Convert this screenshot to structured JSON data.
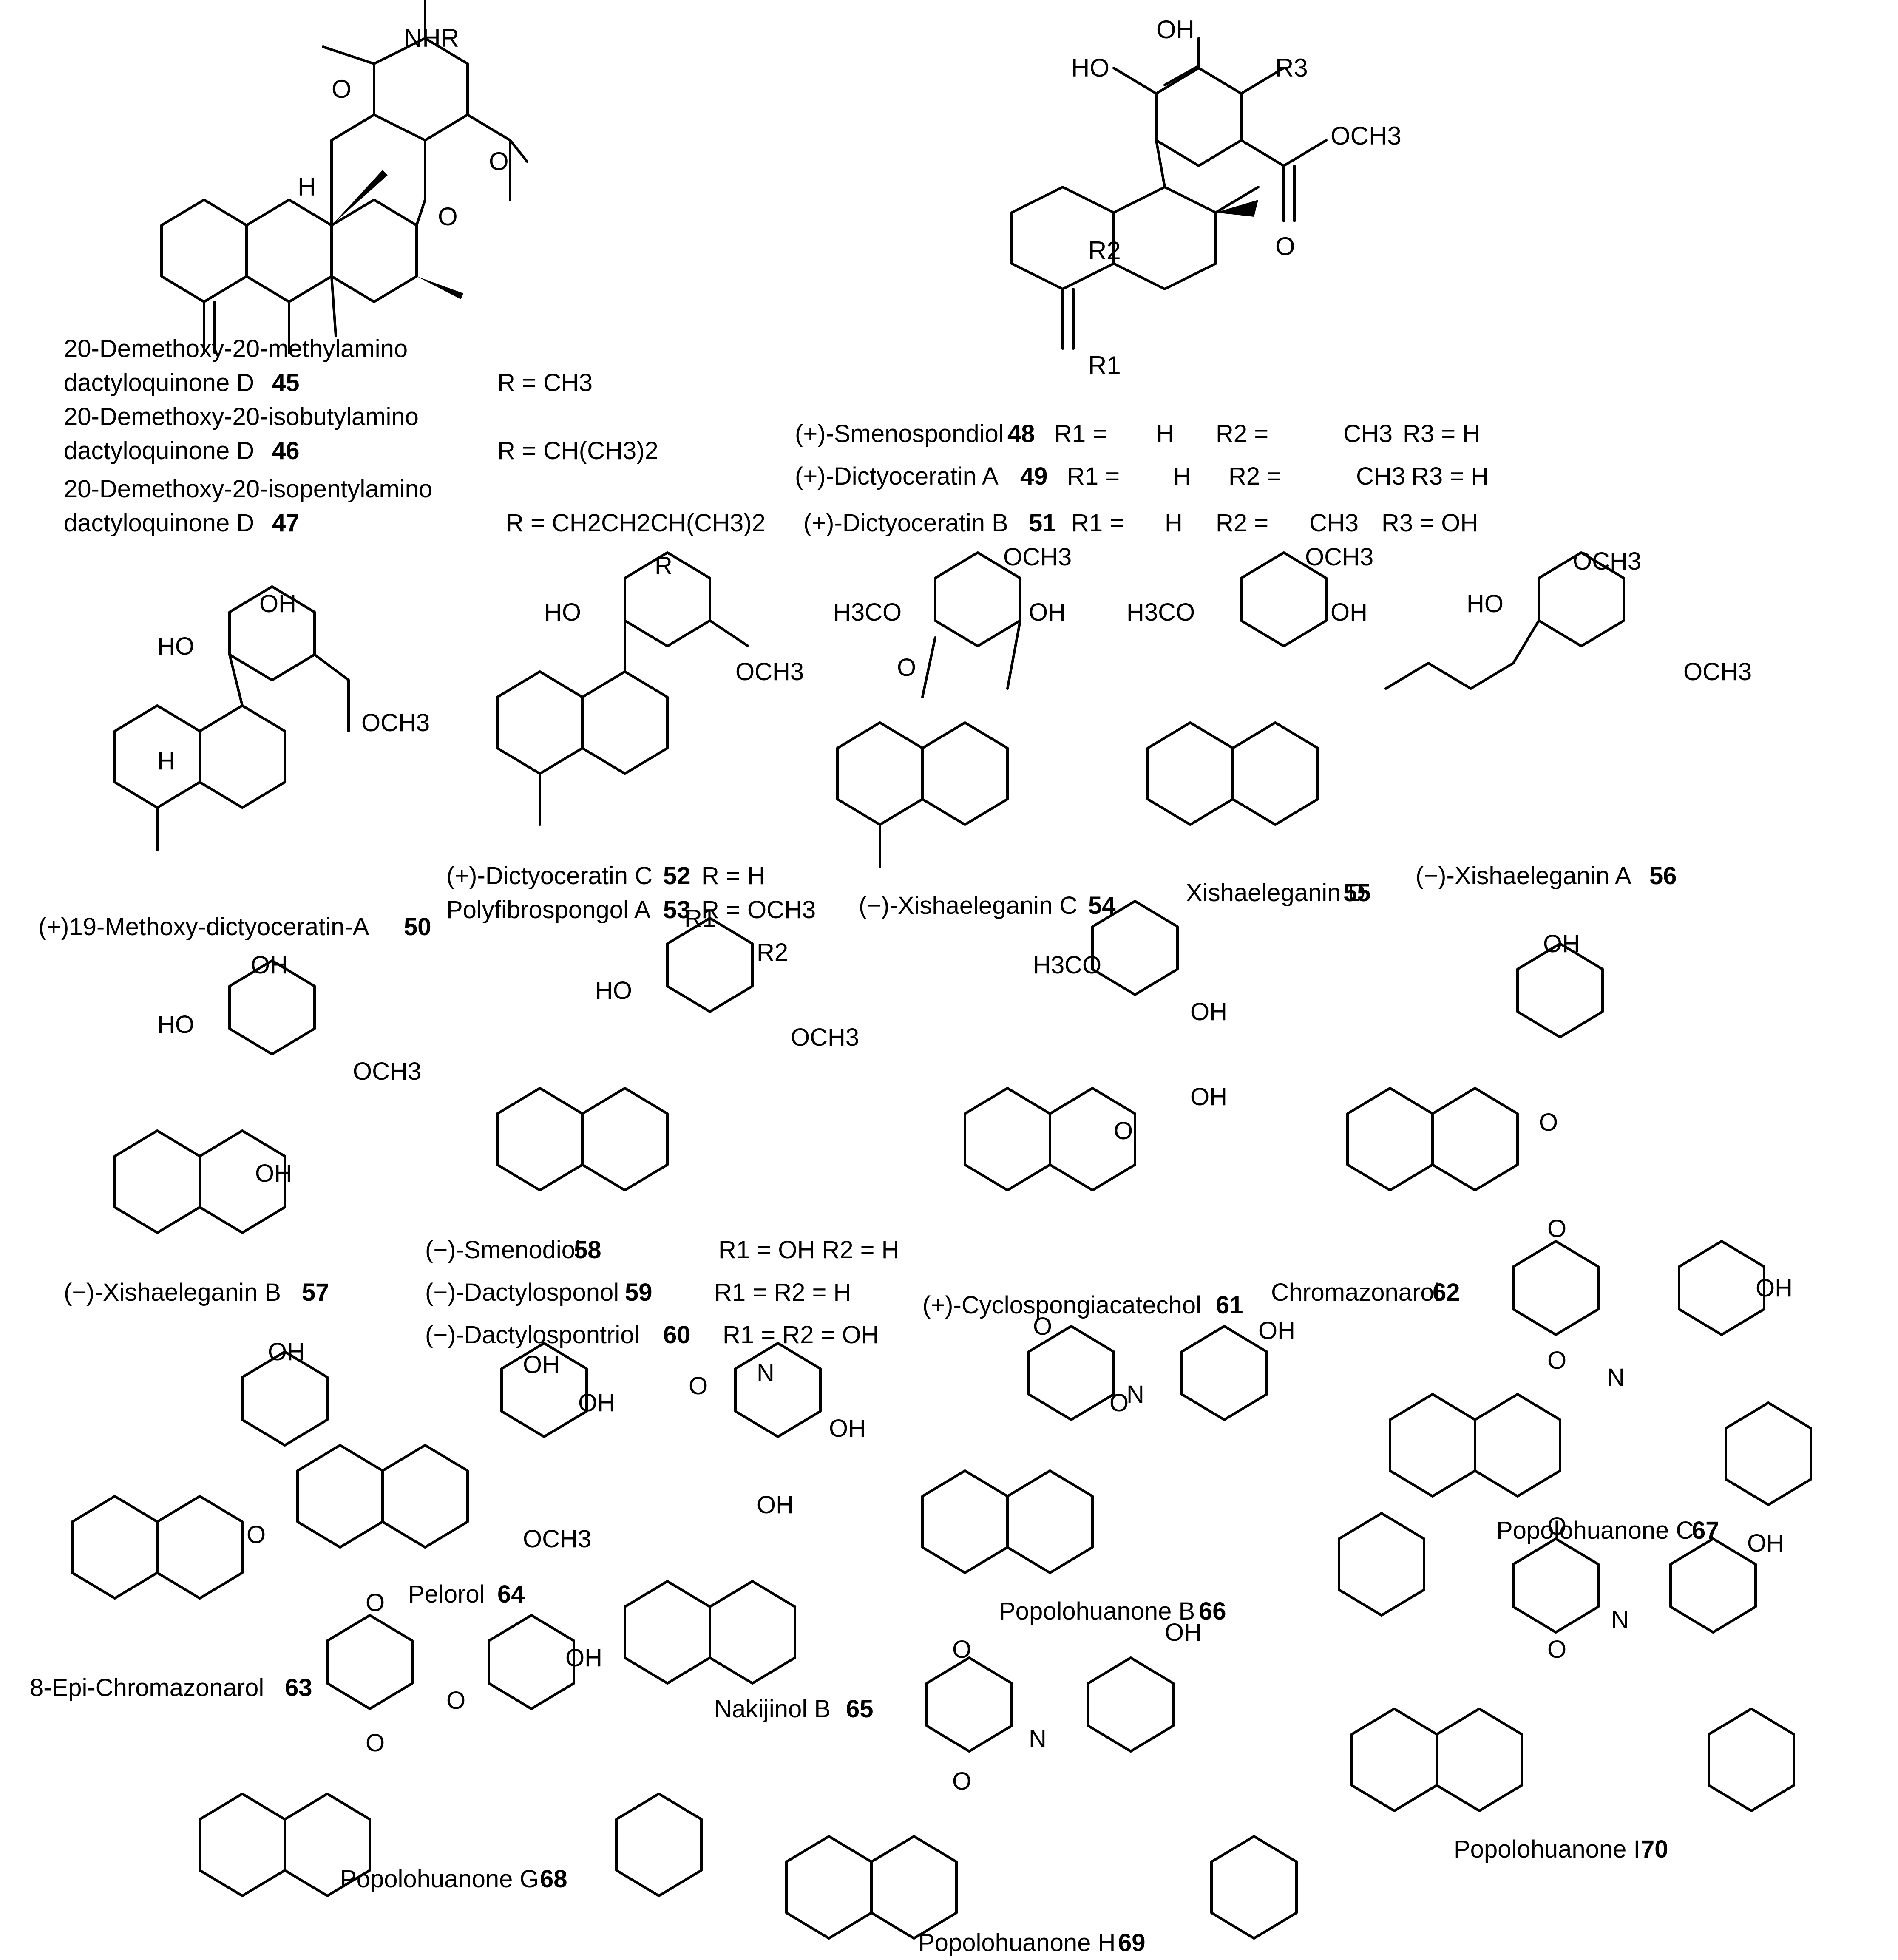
{
  "figure": {
    "compounds": [
      {
        "id": "c45",
        "name": "20-Demethoxy-20-methylamino",
        "name2": "dactyloquinone D",
        "num": "45",
        "subst": "R = CH3"
      },
      {
        "id": "c46",
        "name": "20-Demethoxy-20-isobutylamino",
        "name2": "dactyloquinone D",
        "num": "46",
        "subst": "R = CH(CH3)2"
      },
      {
        "id": "c47",
        "name": "20-Demethoxy-20-isopentylamino",
        "name2": "dactyloquinone D",
        "num": "47",
        "subst": "R = CH2CH2CH(CH3)2"
      },
      {
        "id": "c48",
        "name": "(+)-Smenospondiol",
        "num": "48",
        "r1": "R1 =",
        "r1v": "H",
        "r2": "R2 =",
        "r2v": "CH3",
        "r3": "R3 = H"
      },
      {
        "id": "c49",
        "name": "(+)-Dictyoceratin A",
        "num": "49",
        "r1": "R1 =",
        "r1v": "H",
        "r2": "R2 =",
        "r2v": "CH3",
        "r3": "R3 = H"
      },
      {
        "id": "c51",
        "name": "(+)-Dictyoceratin B",
        "num": "51",
        "r1": "R1 =",
        "r1v": "H",
        "r2": "R2 =",
        "r2v": "CH3",
        "r3": "R3 = OH"
      },
      {
        "id": "c50",
        "name": "(+)19-Methoxy-dictyoceratin-A",
        "num": "50"
      },
      {
        "id": "c52",
        "name": "(+)-Dictyoceratin C",
        "num": "52",
        "subst": "R = H"
      },
      {
        "id": "c53",
        "name": "Polyfibrospongol A",
        "num": "53",
        "subst": "R = OCH3"
      },
      {
        "id": "c54",
        "name": "(−)-Xishaeleganin C",
        "num": "54"
      },
      {
        "id": "c55",
        "name": "Xishaeleganin D",
        "num": "55"
      },
      {
        "id": "c56",
        "name": "(−)-Xishaeleganin A",
        "num": "56"
      },
      {
        "id": "c57",
        "name": "(−)-Xishaeleganin B",
        "num": "57"
      },
      {
        "id": "c58",
        "name": "(−)-Smenodiol",
        "num": "58",
        "subst": "R1 = OH  R2 = H"
      },
      {
        "id": "c59",
        "name": "(−)-Dactylosponol",
        "num": "59",
        "subst": "R1 = R2 = H"
      },
      {
        "id": "c60",
        "name": "(−)-Dactylospontriol",
        "num": "60",
        "subst": "R1 = R2 = OH"
      },
      {
        "id": "c61",
        "name": "(+)-Cyclospongiacatechol",
        "num": "61"
      },
      {
        "id": "c62",
        "name": "Chromazonarol",
        "num": "62"
      },
      {
        "id": "c63",
        "name": "8-Epi-Chromazonarol",
        "num": "63"
      },
      {
        "id": "c64",
        "name": "Pelorol",
        "num": "64"
      },
      {
        "id": "c65",
        "name": "Nakijinol B",
        "num": "65"
      },
      {
        "id": "c66",
        "name": "Popolohuanone B",
        "num": "66"
      },
      {
        "id": "c67",
        "name": "Popolohuanone C",
        "num": "67"
      },
      {
        "id": "c68",
        "name": "Popolohuanone G",
        "num": "68"
      },
      {
        "id": "c69",
        "name": "Popolohuanone H",
        "num": "69"
      },
      {
        "id": "c70",
        "name": "Popolohuanone I",
        "num": "70"
      }
    ],
    "atoms": {
      "nhr": "NHR",
      "oh": "OH",
      "ho": "HO",
      "o": "O",
      "h": "H",
      "n": "N",
      "och3": "OCH3",
      "h3co": "H3CO",
      "r": "R",
      "r1": "R1",
      "r2": "R2",
      "r3": "R3"
    }
  }
}
